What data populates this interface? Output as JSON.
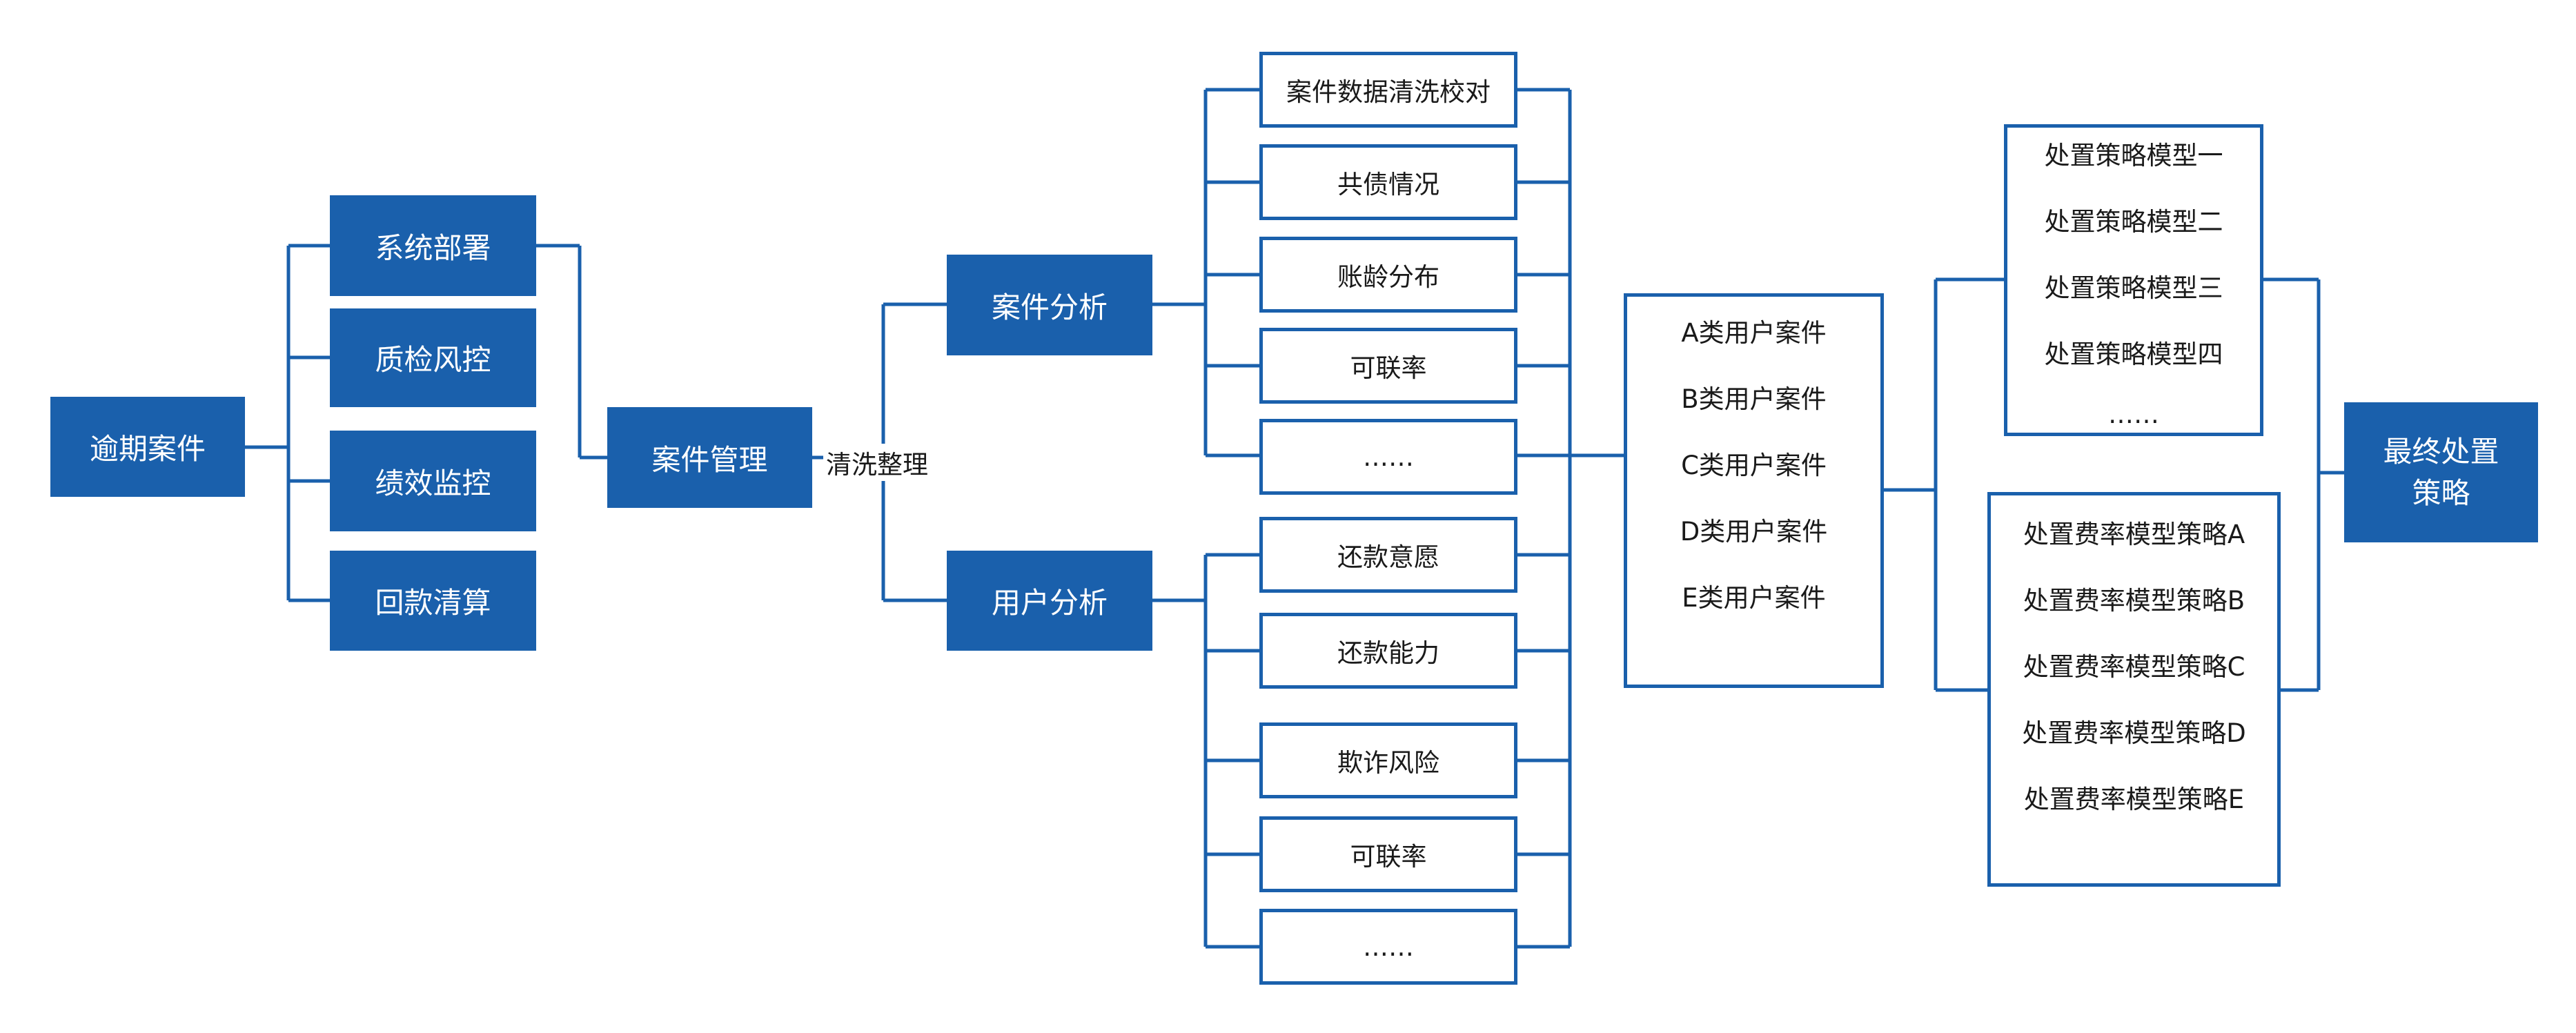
{
  "root": "逾期案件",
  "systems": [
    "系统部署",
    "质检风控",
    "绩效监控",
    "回款清算"
  ],
  "case_management": "案件管理",
  "edge_label": "清洗整理",
  "case_analysis": {
    "title": "案件分析",
    "items": [
      "案件数据清洗校对",
      "共债情况",
      "账龄分布",
      "可联率",
      "……"
    ]
  },
  "user_analysis": {
    "title": "用户分析",
    "items": [
      "还款意愿",
      "还款能力",
      "欺诈风险",
      "可联率",
      "……"
    ]
  },
  "user_classes": [
    "A类用户案件",
    "B类用户案件",
    "C类用户案件",
    "D类用户案件",
    "E类用户案件"
  ],
  "strategy_models": [
    "处置策略模型一",
    "处置策略模型二",
    "处置策略模型三",
    "处置策略模型四",
    "……"
  ],
  "rate_strategies": [
    "处置费率模型策略A",
    "处置费率模型策略B",
    "处置费率模型策略C",
    "处置费率模型策略D",
    "处置费率模型策略E"
  ],
  "final": [
    "最终处置",
    "策略"
  ],
  "colors": {
    "primary": "#1a60ac",
    "text": "#1a1a1a",
    "background": "#ffffff"
  }
}
